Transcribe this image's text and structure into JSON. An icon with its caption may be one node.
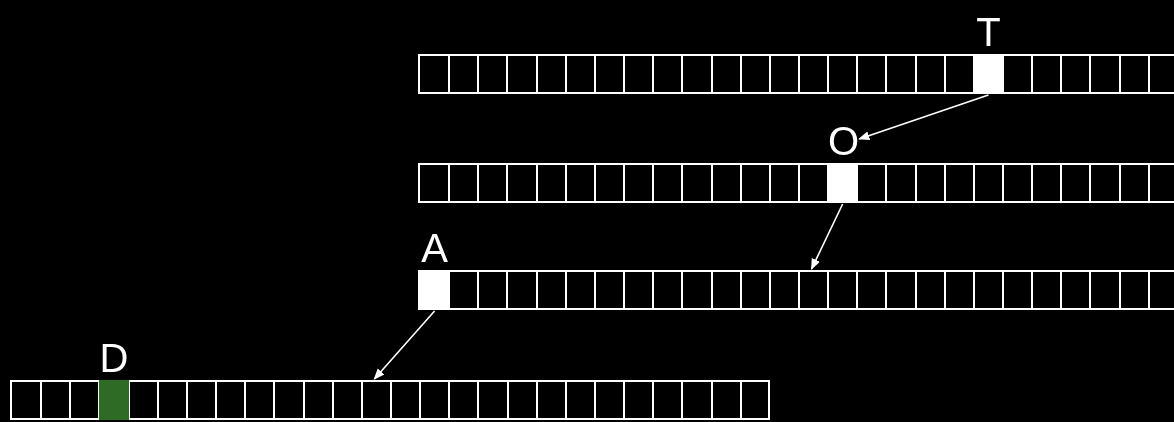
{
  "diagram": {
    "nodes": [
      {
        "text": [],
        "shape": "bar"
      },
      {
        "text": [
          "T"
        ],
        "in": 0
      },
      {
        "text": [],
        "shape": "bar"
      },
      {
        "text": [
          "O"
        ],
        "in": 2
      },
      {
        "text": [],
        "shape": "bar"
      },
      {
        "text": [
          "A"
        ],
        "in": 4
      },
      {
        "text": [],
        "shape": "bar"
      },
      {
        "text": [
          "D"
        ],
        "in": 6
      }
    ],
    "edges": [
      {
        "from": 1,
        "to": 3,
        "arrow": "to"
      },
      {
        "from": 3,
        "to": 4,
        "arrow": "to"
      },
      {
        "from": 5,
        "to": 6,
        "arrow": "to"
      }
    ]
  }
}
